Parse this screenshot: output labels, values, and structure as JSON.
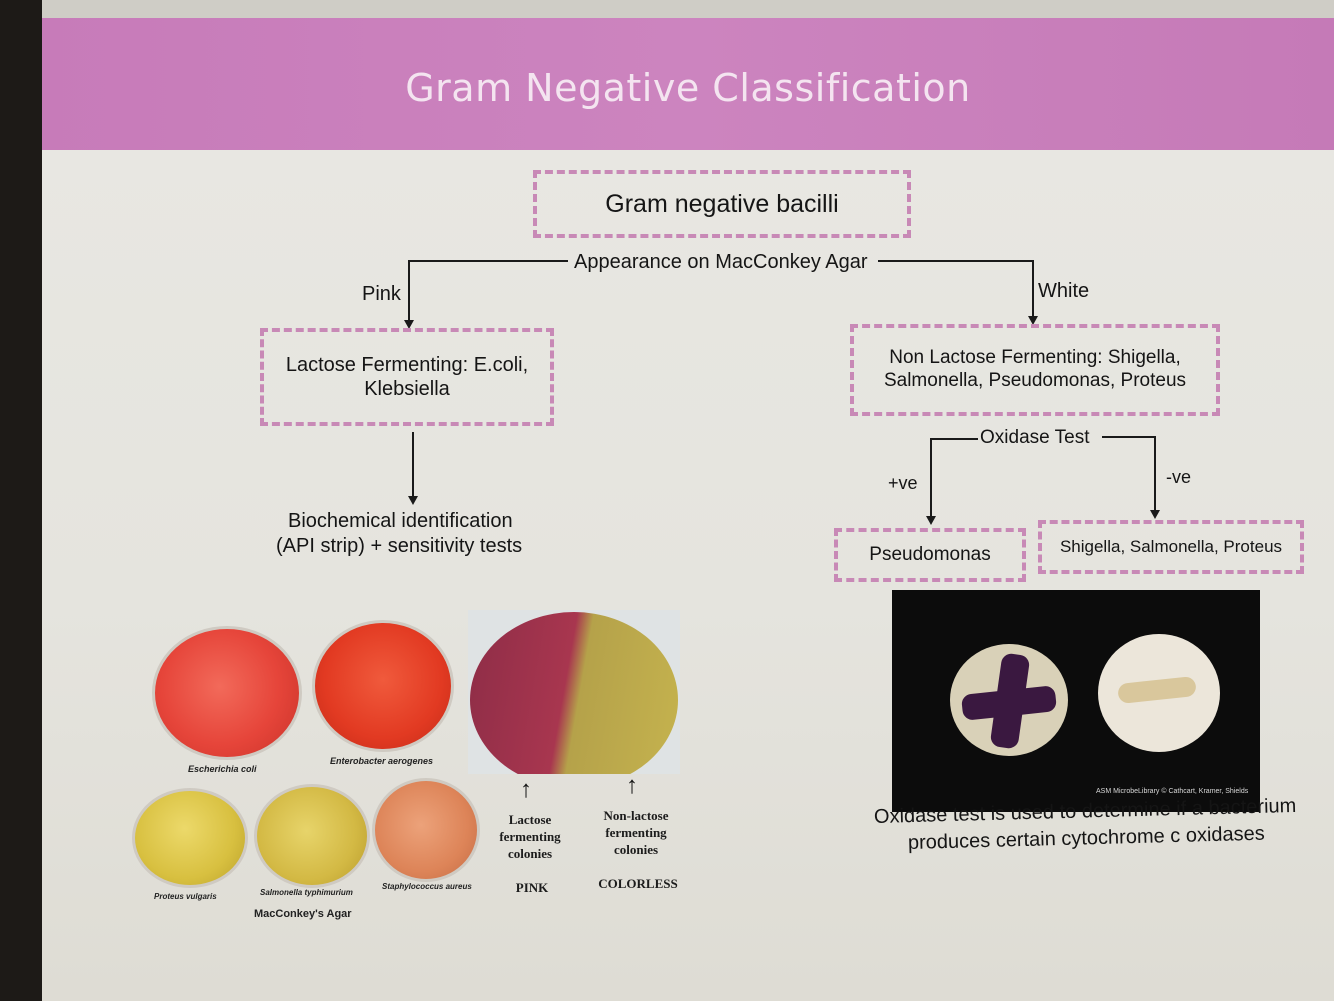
{
  "slide": {
    "title": "Gram Negative Classification"
  },
  "diagram": {
    "root": "Gram negative bacilli",
    "split_label": "Appearance on MacConkey Agar",
    "left_branch_label": "Pink",
    "right_branch_label": "White",
    "left_box": "Lactose Fermenting: E.coli, Klebsiella",
    "right_box": "Non Lactose Fermenting: Shigella, Salmonella, Pseudomonas, Proteus",
    "left_result_line1": "Biochemical identification",
    "left_result_line2": "(API strip) + sensitivity tests",
    "oxidase_label": "Oxidase Test",
    "positive_label": "+ve",
    "negative_label": "-ve",
    "positive_box": "Pseudomonas",
    "negative_box": "Shigella, Salmonella, Proteus"
  },
  "agar_panel": {
    "dishes": [
      "Escherichia coli",
      "Enterobacter aerogenes",
      "Proteus vulgaris",
      "Salmonella typhimurium",
      "Staphylococcus aureus"
    ],
    "caption": "MacConkey's Agar",
    "lactose_label": "Lactose fermenting colonies",
    "nonlactose_label": "Non-lactose fermenting colonies",
    "pink_label": "PINK",
    "colorless_label": "COLORLESS"
  },
  "oxidase_panel": {
    "credit": "ASM MicrobeLibrary © Cathcart, Kramer, Shields",
    "caption_line1": "Oxidase test is used to determine if a bacterium",
    "caption_line2": "produces certain cytochrome c oxidases"
  },
  "colors": {
    "header": "#c77bb9",
    "dashed_border": "#c889b6",
    "background": "#e7e6e0"
  }
}
